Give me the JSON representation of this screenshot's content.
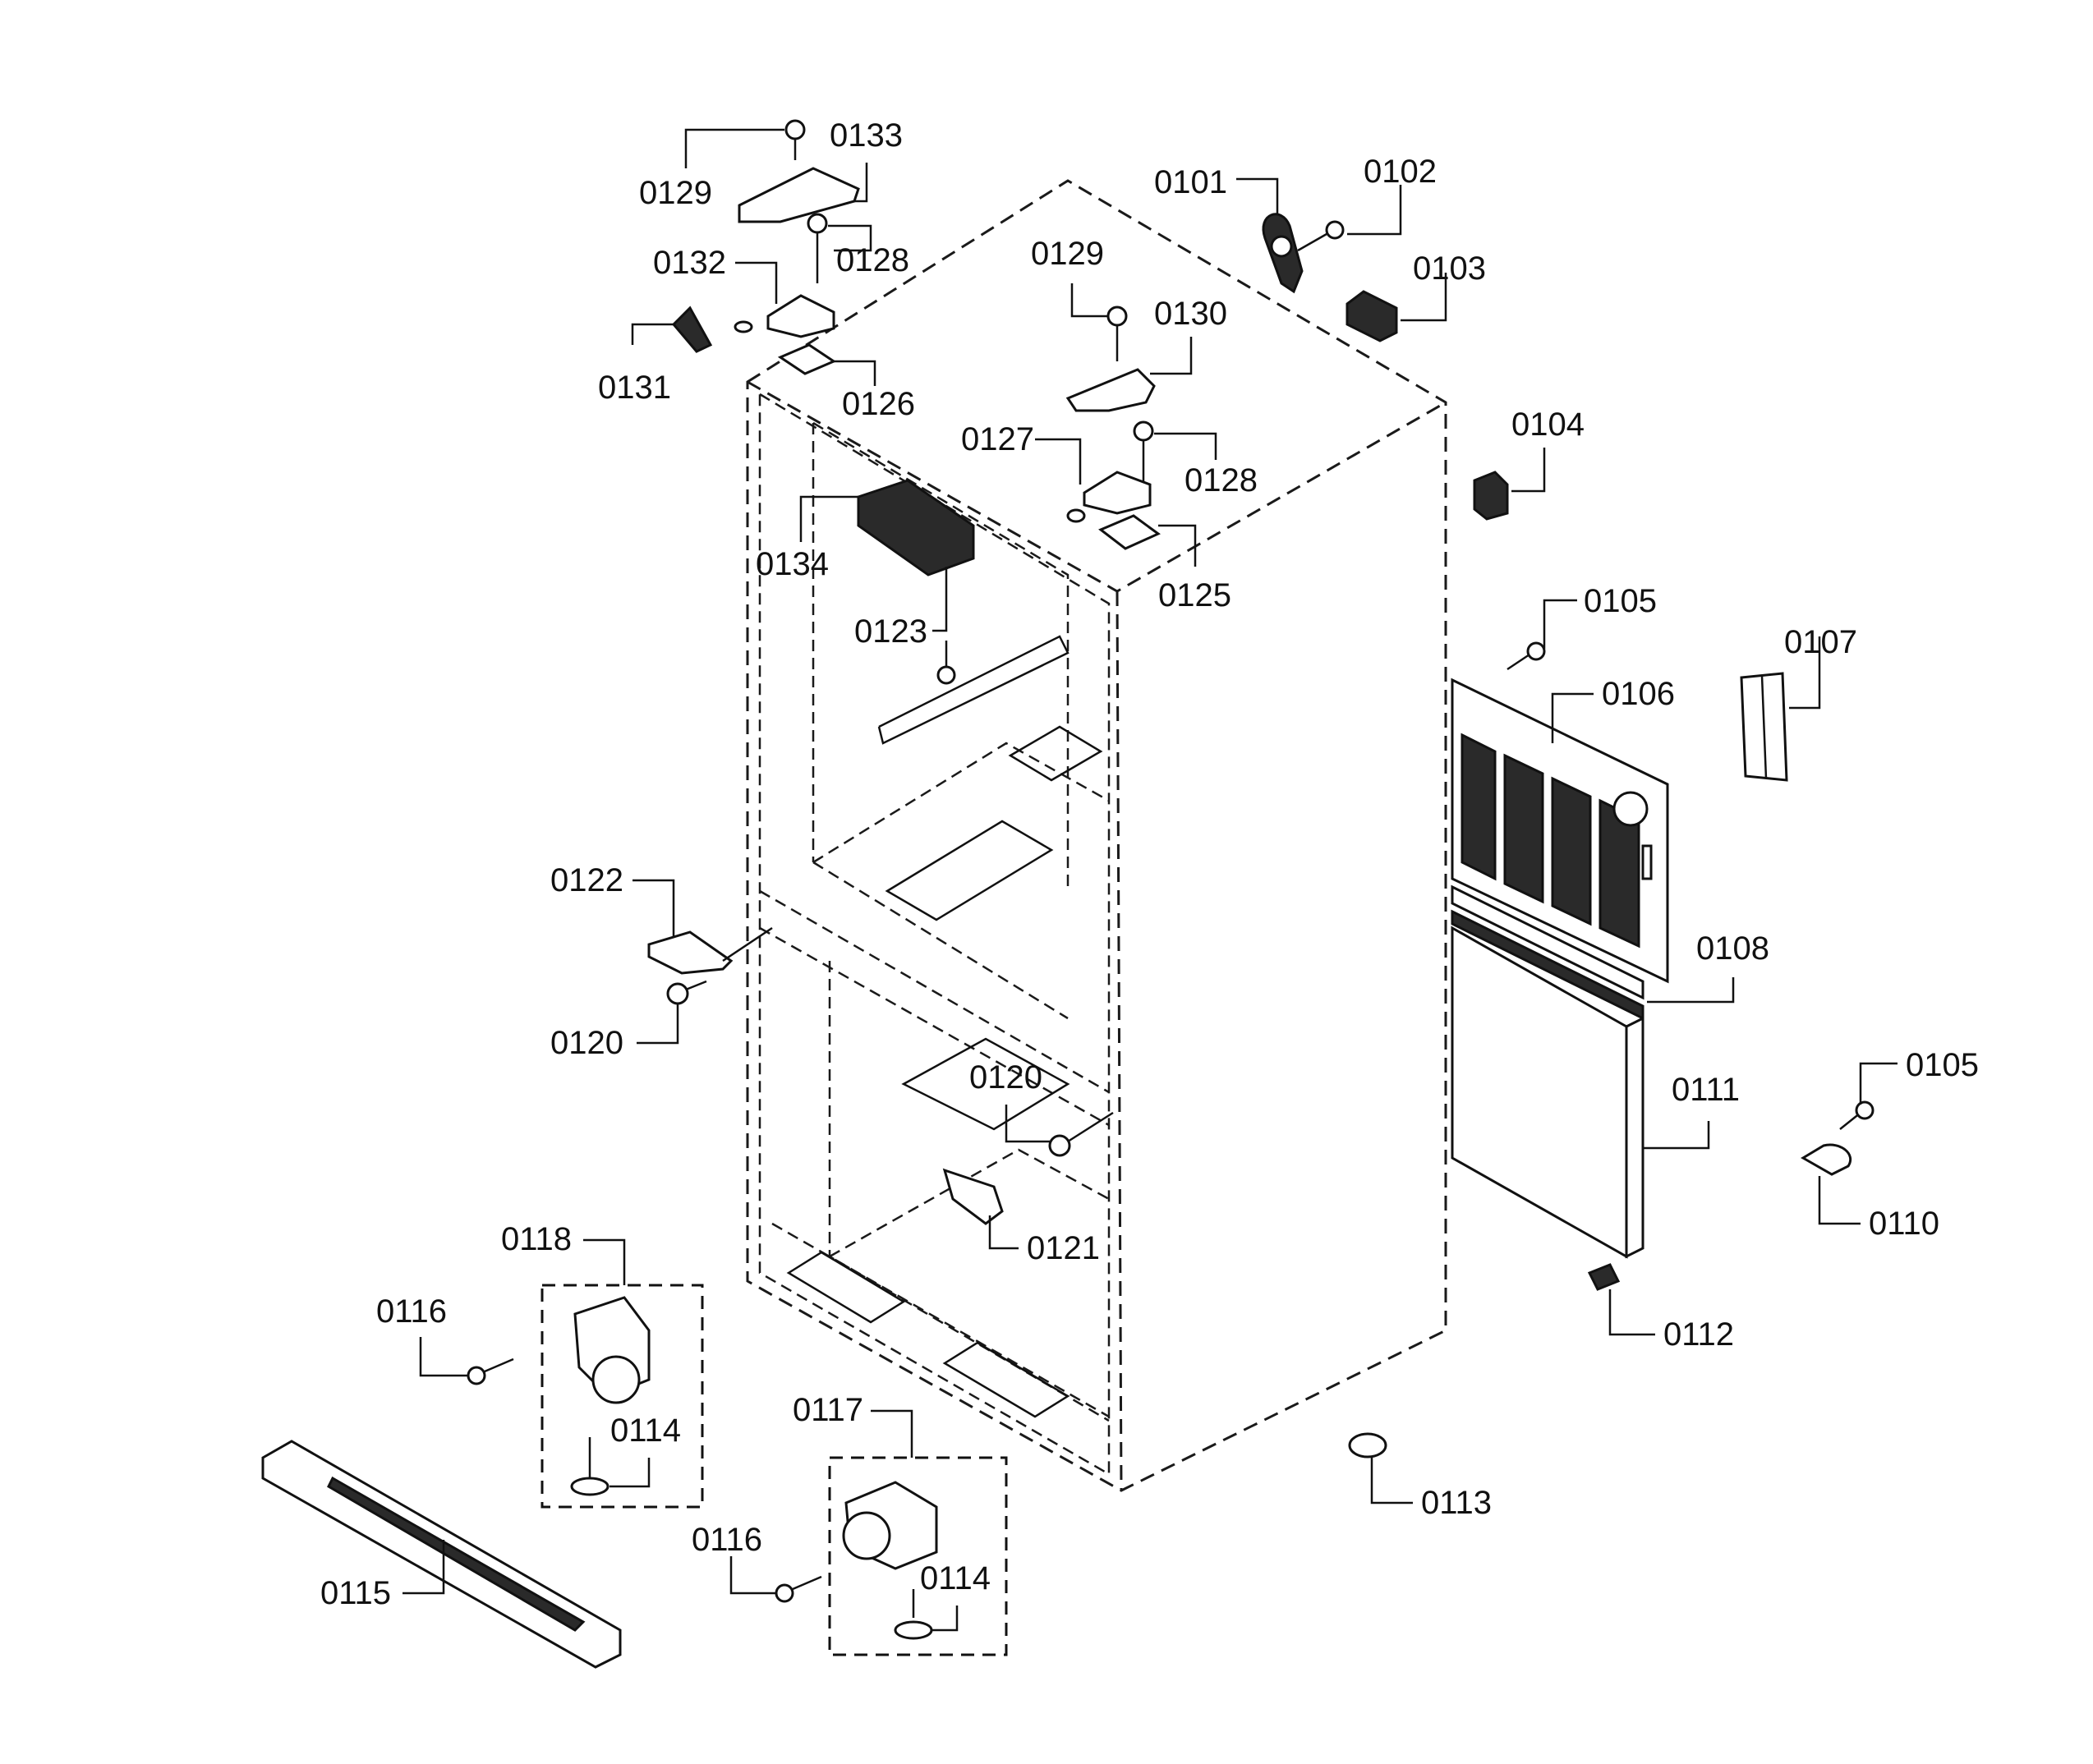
{
  "labels": {
    "p0101": "0101",
    "p0102": "0102",
    "p0103": "0103",
    "p0104": "0104",
    "p0105a": "0105",
    "p0105b": "0105",
    "p0106": "0106",
    "p0107": "0107",
    "p0108": "0108",
    "p0110": "0110",
    "p0111": "0111",
    "p0112": "0112",
    "p0113": "0113",
    "p0114a": "0114",
    "p0114b": "0114",
    "p0115": "0115",
    "p0116a": "0116",
    "p0116b": "0116",
    "p0117": "0117",
    "p0118": "0118",
    "p0120a": "0120",
    "p0120b": "0120",
    "p0121": "0121",
    "p0122": "0122",
    "p0123": "0123",
    "p0125": "0125",
    "p0126": "0126",
    "p0127": "0127",
    "p0128a": "0128",
    "p0128b": "0128",
    "p0129a": "0129",
    "p0129b": "0129",
    "p0130": "0130",
    "p0131": "0131",
    "p0132": "0132",
    "p0133": "0133",
    "p0134": "0134"
  }
}
